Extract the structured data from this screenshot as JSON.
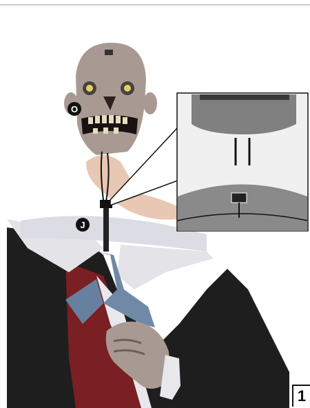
{
  "callouts": {
    "head_label": "O",
    "neck_label": "J"
  },
  "step": {
    "number": "1"
  },
  "colors": {
    "detail_panel_bg": "#f0f0f0",
    "post_grey": "#808080",
    "coat_black": "#1e1e1e",
    "vest_red": "#7a1f23",
    "tie_blue": "#7089a6",
    "collar_white": "#e8e8ec",
    "skin": "#a89a92"
  }
}
